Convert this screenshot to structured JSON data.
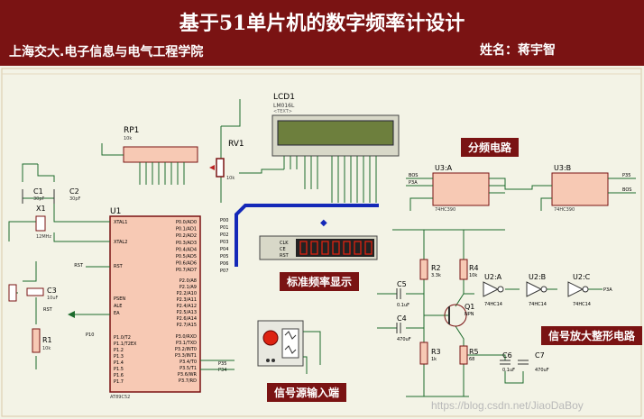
{
  "header": {
    "title": "基于51单片机的数字频率计设计",
    "org": "上海交大.电子信息与电气工程学院",
    "author": "姓名：蒋宇智"
  },
  "labels": {
    "divider": "分频电路",
    "display": "标准频率显示",
    "signal_source": "信号源输入端",
    "amplifier": "信号放大整形电路"
  },
  "components": {
    "lcd": "LCD1",
    "lcd_model": "LM016L",
    "rp1": "RP1",
    "rp1_value": "10k",
    "rv1": "RV1",
    "rv1_value": "10k",
    "mcu": "U1",
    "mcu_model": "AT89C52",
    "c1": "C1",
    "c1_value": "30pF",
    "c2": "C2",
    "c2_value": "30pF",
    "x1": "X1",
    "x1_value": "12MHz",
    "c3": "C3",
    "c3_value": "10uF",
    "r1": "R1",
    "r1_value": "10k",
    "u3a": "U3:A",
    "u3b": "U3:B",
    "u3_model": "74HC390",
    "r2": "R2",
    "r2_value": "3.3k",
    "r3": "R3",
    "r3_value": "1k",
    "r4": "R4",
    "r4_value": "10k",
    "r5": "R5",
    "r5_value": "68",
    "c4": "C4",
    "c4_value": "470uF",
    "c5": "C5",
    "c5_value": "0.1uF",
    "c6": "C6",
    "c6_value": "0.1uF",
    "c7": "C7",
    "c7_value": "470uF",
    "q1": "Q1",
    "q1_type": "NPN",
    "u2a": "U2:A",
    "u2b": "U2:B",
    "u2c": "U2:C",
    "u2_model": "74HC14",
    "text_placeholder": "<TEXT>"
  },
  "mcu_pins_left": [
    "XTAL1",
    "XTAL2",
    "RST",
    "PSEN",
    "ALE",
    "EA",
    "P1.0/T2",
    "P1.1/T2EX",
    "P1.2",
    "P1.3",
    "P1.4",
    "P1.5",
    "P1.6",
    "P1.7"
  ],
  "mcu_pins_right": [
    "P0.0/AD0",
    "P0.1/AD1",
    "P0.2/AD2",
    "P0.3/AD3",
    "P0.4/AD4",
    "P0.5/AD5",
    "P0.6/AD6",
    "P0.7/AD7",
    "P2.0/A8",
    "P2.1/A9",
    "P2.2/A10",
    "P2.3/A11",
    "P2.4/A12",
    "P2.5/A13",
    "P2.6/A14",
    "P2.7/A15",
    "P3.0/RXD",
    "P3.1/TXD",
    "P3.2/INT0",
    "P3.3/INT1",
    "P3.4/T0",
    "P3.5/T1",
    "P3.6/WR",
    "P3.7/RD"
  ],
  "net_labels": {
    "p00": "P00",
    "p01": "P01",
    "p02": "P02",
    "p03": "P03",
    "p04": "P04",
    "p05": "P05",
    "p06": "P06",
    "p07": "P07",
    "rst": "RST",
    "p10": "P10",
    "p35": "P35",
    "p34": "P34",
    "p3a": "P3A",
    "bos": "BOS",
    "clk": "CLK",
    "ce": "CE",
    "rst2": "RST"
  },
  "watermark": "https://blog.csdn.net/JiaoDaBoy",
  "colors": {
    "header_bg": "#7a1313",
    "wire": "#1c6b2c",
    "bus": "#1428b8",
    "chip": "#f7c9b4",
    "chip_border": "#7a1313",
    "lcd_screen": "#6d7f3d"
  }
}
